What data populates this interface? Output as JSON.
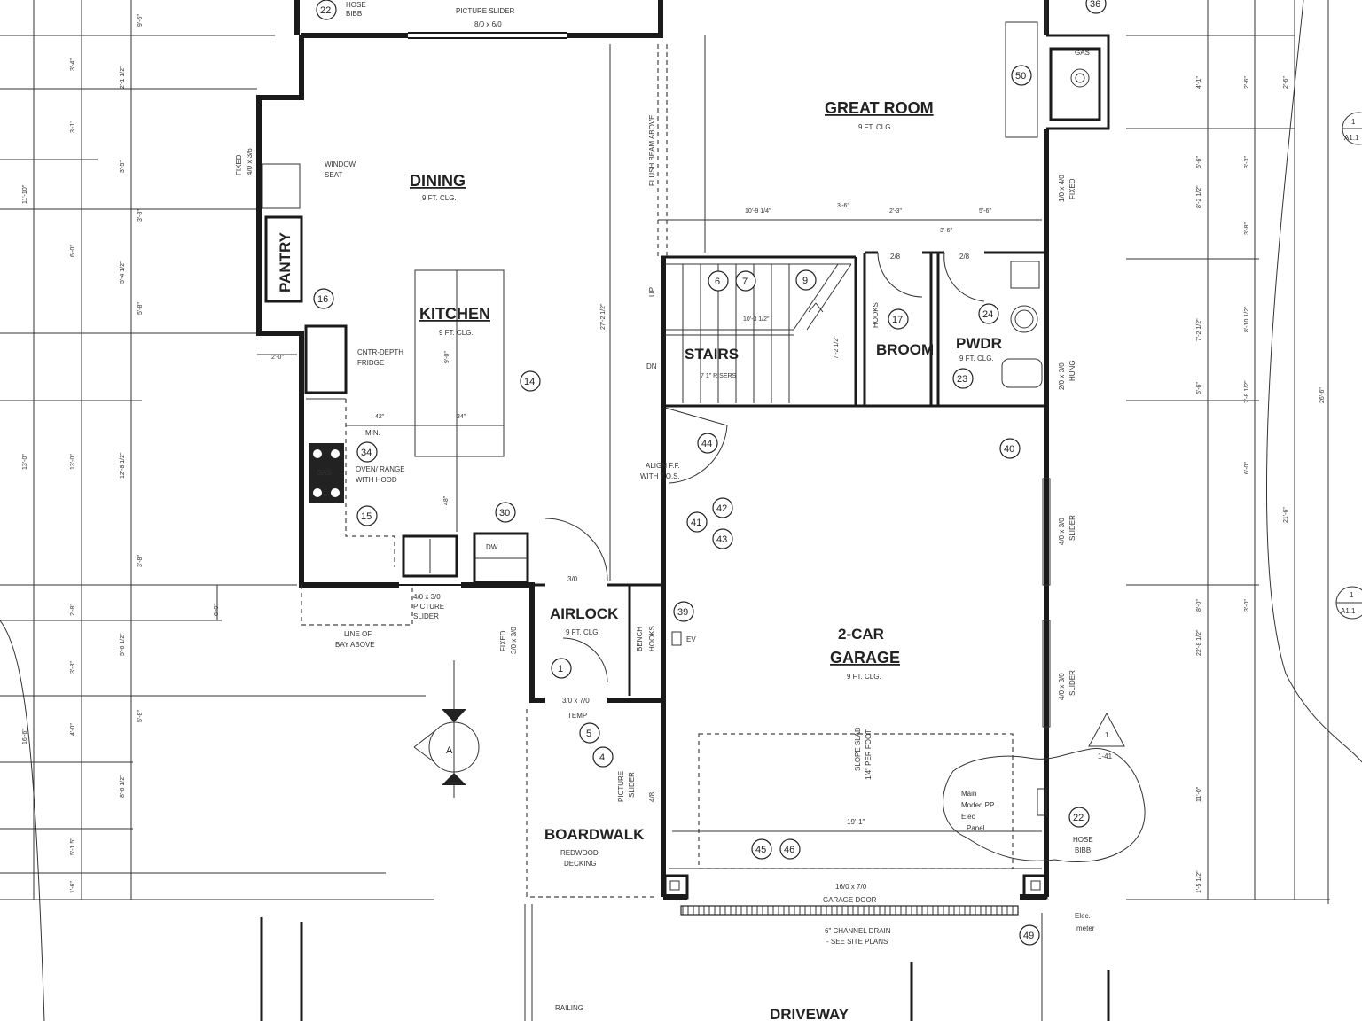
{
  "rooms": {
    "dining": {
      "name": "DINING",
      "clg": "9 FT. CLG."
    },
    "kitchen": {
      "name": "KITCHEN",
      "clg": "9 FT. CLG."
    },
    "great_room": {
      "name": "GREAT ROOM",
      "clg": "9 FT. CLG."
    },
    "stairs": {
      "name": "STAIRS",
      "risers": "7 1\" RISERS"
    },
    "broom": {
      "name": "BROOM"
    },
    "pwdr": {
      "name": "PWDR",
      "clg": "9 FT. CLG."
    },
    "airlock": {
      "name": "AIRLOCK",
      "clg": "9 FT. CLG."
    },
    "garage": {
      "line1": "2-CAR",
      "line2": "GARAGE",
      "clg": "9 FT. CLG."
    },
    "boardwalk": {
      "name": "BOARDWALK",
      "sub1": "REDWOOD",
      "sub2": "DECKING"
    },
    "pantry": {
      "name": "PANTRY"
    },
    "driveway": {
      "name": "DRIVEWAY"
    }
  },
  "notes": {
    "hose_bibb_top": [
      "HOSE",
      "BIBB"
    ],
    "picture_slider_top": [
      "PICTURE SLIDER",
      "8/0 x 6/0"
    ],
    "window_seat": [
      "WINDOW",
      "SEAT"
    ],
    "fixed_left": [
      "FIXED",
      "4/0 x 3/6"
    ],
    "cntr_depth_fridge": [
      "CNTR-DEPTH",
      "FRIDGE"
    ],
    "min": "MIN.",
    "oven_range": [
      "OVEN/ RANGE",
      "WITH HOOD"
    ],
    "gas_range": "GAS",
    "gas_fireplace": "GAS",
    "dw": "DW",
    "picture_slider_kitchen": [
      "4/0 x 3/0",
      "PICTURE",
      "SLIDER"
    ],
    "line_of_bay": [
      "LINE OF",
      "BAY ABOVE"
    ],
    "flush_beam": "FLUSH BEAM ABOVE",
    "align_fp": [
      "ALIGN F.F.",
      "WITH T.O.S."
    ],
    "fixed_airlock": [
      "FIXED",
      "3/0 x 3/0"
    ],
    "bench_hooks": [
      "BENCH",
      "HOOKS"
    ],
    "ev": "EV",
    "door_airlock": "3/0 x 7/0",
    "temp": "TEMP",
    "picture_slider_board": [
      "PICTURE",
      "SLIDER"
    ],
    "slider_garage_1": [
      "4/0 x 3/0",
      "SLIDER"
    ],
    "slider_garage_2": [
      "4/0 x 3/0",
      "SLIDER"
    ],
    "fixed_great": [
      "1/0 x 4/0",
      "FIXED"
    ],
    "hung_pwdr": [
      "2/0 x 3/0",
      "HUNG"
    ],
    "hose_bibb_right": [
      "HOSE",
      "BIBB"
    ],
    "sloped_slab": [
      "SLOPE SLAB",
      "1/4\" PER FOOT"
    ],
    "garage_door": [
      "16/0 x 7/0",
      "GARAGE DOOR"
    ],
    "channel_drain": [
      "6\" CHANNEL DRAIN",
      "- SEE SITE PLANS"
    ],
    "railing": "RAILING",
    "hooks": "HOOKS",
    "up": "UP",
    "dn": "DN",
    "door_28a": "2/8",
    "door_28b": "2/8",
    "door_30": "3/0",
    "door_48": "4/8",
    "dim_1691": "19'-1\"",
    "handwritten_1": [
      "Main",
      "Moded PP",
      "Elec",
      "Panel"
    ],
    "handwritten_2": [
      "Elec.",
      "meter"
    ]
  },
  "dimensions": {
    "top_row": [
      "10'-9 1/4\"",
      "3'-6\"",
      "2'-3\"",
      "5'-6\"",
      "3'-6\""
    ],
    "left_col1": [
      "11'-10\"",
      "13'-0\"",
      "16'-6\""
    ],
    "left_col2": [
      "3'-4\"",
      "3'-1\"",
      "6'-0\"",
      "13'-0\"",
      "2'-8\"",
      "3'-3\"",
      "4'-0\"",
      "5'-1 5\"",
      "1'-6\""
    ],
    "left_col3": [
      "2'-1 1/2\"",
      "3'-5\"",
      "5'-4 1/2\"",
      "12'-8 1/2\"",
      "5'-6 1/2\"",
      "8'-6 1/2\""
    ],
    "left_col4": [
      "9'-6\"",
      "3'-8\"",
      "5'-8\"",
      "3'-8\"",
      "5'-8\""
    ],
    "right_col1": [
      "4'-1\"",
      "5'-6\"",
      "8'-2 1/2\"",
      "7'-2 1/2\"",
      "5'-6\"",
      "8'-0\"",
      "22'-8 1/2\"",
      "11'-0\"",
      "1'-5 1/2\""
    ],
    "right_col2": [
      "2'-6\"",
      "3'-3\"",
      "3'-8\"",
      "8'-10 1/2\"",
      "7'-8 1/2\"",
      "6'-0\"",
      "3'-0\""
    ],
    "right_col3": [
      "2'-6\"",
      "21'-6\"",
      "26'-6\""
    ],
    "kitchen_dims": [
      "42\"",
      "34\"",
      "48\"",
      "2'-0\"",
      "27'-2 1/2\"",
      "9'-0\"",
      "6'-0\"",
      "10'-3 1/2\"",
      "7'-2 1/2\""
    ]
  },
  "tags": [
    "22",
    "36",
    "50",
    "16",
    "6",
    "7",
    "9",
    "17",
    "24",
    "23",
    "14",
    "34",
    "15",
    "30",
    "44",
    "40",
    "42",
    "41",
    "43",
    "39",
    "1",
    "5",
    "4",
    "22",
    "45",
    "46",
    "49"
  ],
  "section": {
    "main": "A",
    "detail_top": "1",
    "detail_sub": "A1.1",
    "detail_mid": "1",
    "detail_mid_sub": "A1.1",
    "triangle_num": "1",
    "triangle_sub": "1-41"
  }
}
